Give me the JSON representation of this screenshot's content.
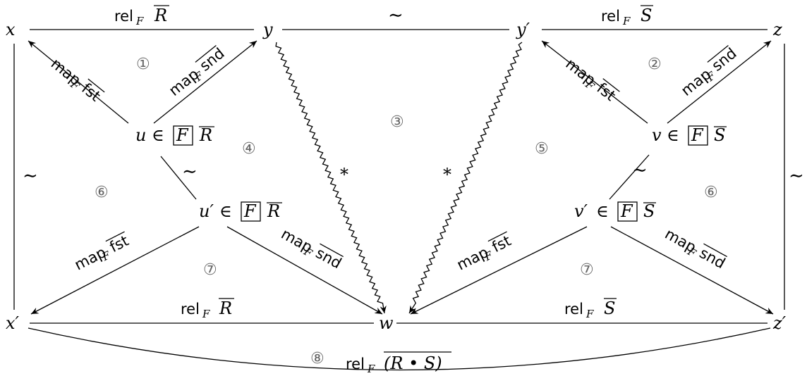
{
  "nodes": {
    "x": "x",
    "y": "y",
    "y_prime": "y′",
    "z": "z",
    "u": "u",
    "v": "v",
    "u_prime": "u′",
    "v_prime": "v′",
    "x_prime": "x′",
    "w": "w",
    "z_prime": "z′",
    "in_symbol": "∈",
    "F": "F",
    "R": "R",
    "S": "S"
  },
  "labels": {
    "rel": "rel",
    "map": "map",
    "F": "F",
    "R": "R",
    "S": "S",
    "fst": "fst",
    "snd": "snd",
    "R_bullet_S": "(R • S)",
    "tilde": "∼",
    "star": "*"
  },
  "regions": [
    "①",
    "②",
    "③",
    "④",
    "⑤",
    "⑥",
    "⑥",
    "⑦",
    "⑦",
    "⑧"
  ]
}
